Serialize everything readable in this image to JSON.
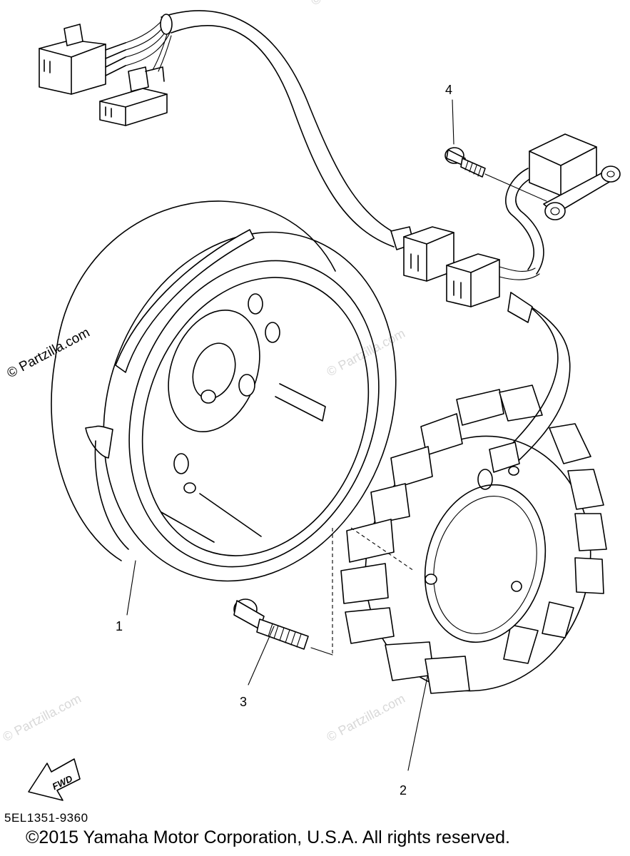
{
  "callouts": {
    "c1": "1",
    "c2": "2",
    "c3": "3",
    "c4": "4"
  },
  "watermark": "© Partzilla.com",
  "fwd_label": "FWD",
  "part_code": "5EL1351-9360",
  "copyright": "©2015  Yamaha Motor Corporation, U.S.A. All rights reserved.",
  "colors": {
    "line": "#000000",
    "watermark": "#d8d8d8",
    "background": "#ffffff"
  }
}
